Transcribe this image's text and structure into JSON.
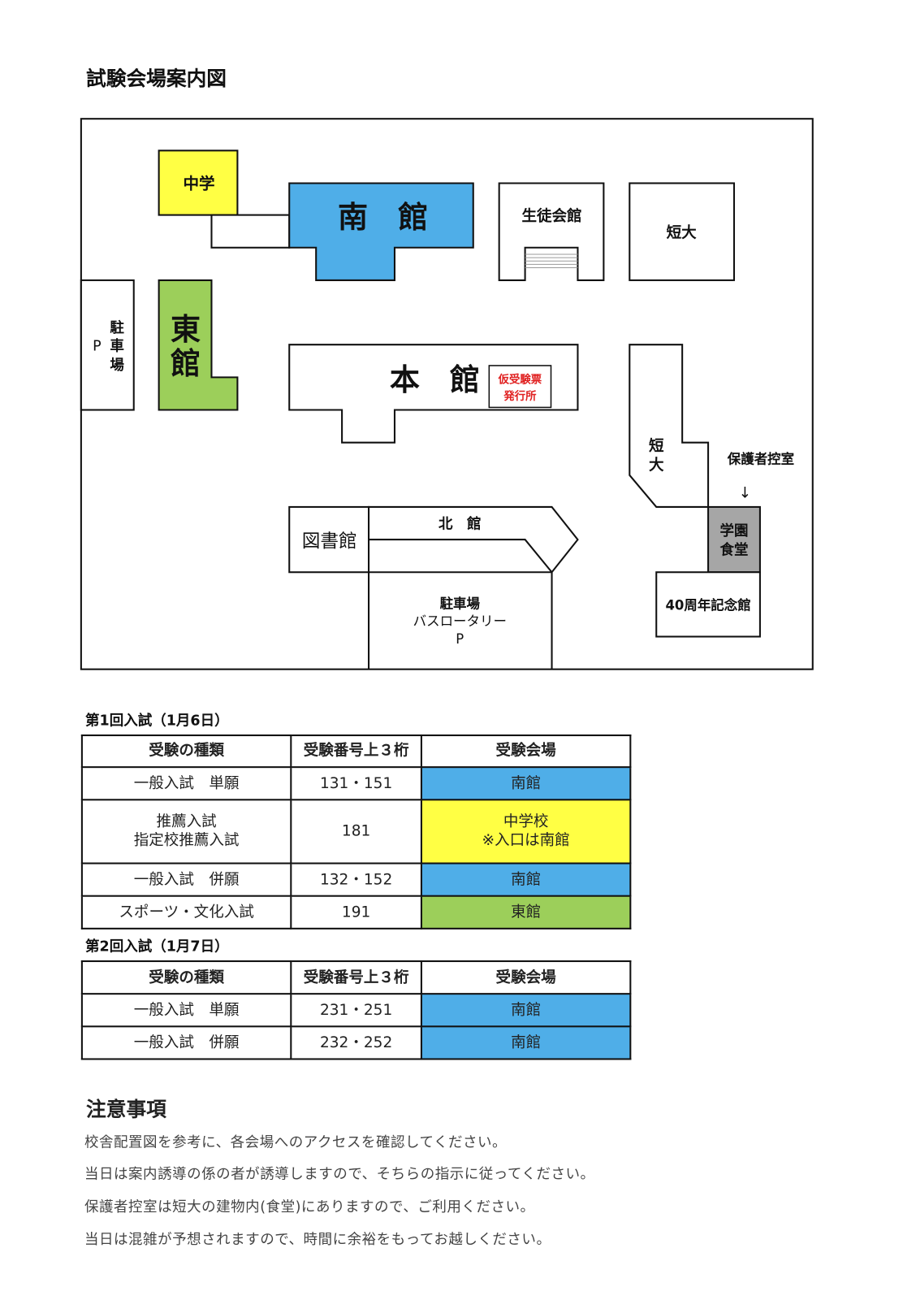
{
  "page_title": "試験会場案内図",
  "map": {
    "junior_high": "中学",
    "south_hall": "南　館",
    "student_hall": "生徒会館",
    "junior_college_top": "短大",
    "parking_left": {
      "p": "P",
      "label": [
        "駐",
        "車",
        "場"
      ]
    },
    "east_hall": [
      "東",
      "館"
    ],
    "main_hall": "本　館",
    "ticket_office": [
      "仮受験票",
      "発行所"
    ],
    "junior_college_right": [
      "短",
      "大"
    ],
    "parents_room": "保護者控室",
    "arrow": "↓",
    "cafeteria": [
      "学園",
      "食堂"
    ],
    "memorial_hall": "40周年記念館",
    "library": "図書館",
    "north_hall": "北　館",
    "bus_parking": [
      "駐車場",
      "バスロータリー",
      "P"
    ],
    "colors": {
      "south": "#4faee8",
      "junior_high": "#ffff44",
      "east": "#9ccf5a",
      "cafeteria": "#a6a6a6",
      "ticket": "#e02020"
    }
  },
  "exam1": {
    "title": "第1回入試（1月6日）",
    "headers": [
      "受験の種類",
      "受験番号上３桁",
      "受験会場"
    ],
    "rows": [
      {
        "type": [
          "一般入試　単願"
        ],
        "numbers": "131・151",
        "venue": [
          "南館"
        ]
      },
      {
        "type": [
          "推薦入試",
          "指定校推薦入試"
        ],
        "numbers": "181",
        "venue": [
          "中学校",
          "※入口は南館"
        ]
      },
      {
        "type": [
          "一般入試　併願"
        ],
        "numbers": "132・152",
        "venue": [
          "南館"
        ]
      },
      {
        "type": [
          "スポーツ・文化入試"
        ],
        "numbers": "191",
        "venue": [
          "東館"
        ]
      }
    ]
  },
  "exam2": {
    "title": "第2回入試（1月7日）",
    "headers": [
      "受験の種類",
      "受験番号上３桁",
      "受験会場"
    ],
    "rows": [
      {
        "type": [
          "一般入試　単願"
        ],
        "numbers": "231・251",
        "venue": [
          "南館"
        ]
      },
      {
        "type": [
          "一般入試　併願"
        ],
        "numbers": "232・252",
        "venue": [
          "南館"
        ]
      }
    ]
  },
  "notes": {
    "title": "注意事項",
    "lines": [
      "校舎配置図を参考に、各会場へのアクセスを確認してください。",
      "当日は案内誘導の係の者が誘導しますので、そちらの指示に従ってください。",
      "保護者控室は短大の建物内(食堂)にありますので、ご利用ください。",
      "当日は混雑が予想されますので、時間に余裕をもってお越しください。"
    ]
  }
}
